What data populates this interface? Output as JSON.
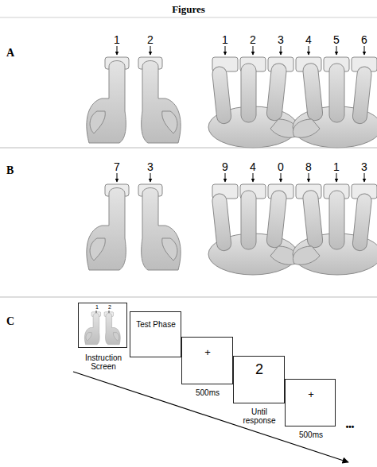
{
  "diagram": {
    "title": "Figures",
    "nodes": [
      {
        "text": [
          "1",
          "2",
          "Instruction Screen"
        ]
      },
      {
        "text": [
          "Test Phase"
        ]
      },
      {
        "text": [
          "+",
          "500ms"
        ]
      },
      {
        "text": [
          "2",
          "Until response"
        ]
      },
      {
        "text": [
          "+",
          "500ms"
        ]
      }
    ],
    "labels": [
      "A",
      "1",
      "2",
      "1",
      "2",
      "3",
      "4",
      "5",
      "6",
      "B",
      "7",
      "3",
      "9",
      "4",
      "0",
      "8",
      "1",
      "3",
      "C",
      "•••"
    ]
  }
}
